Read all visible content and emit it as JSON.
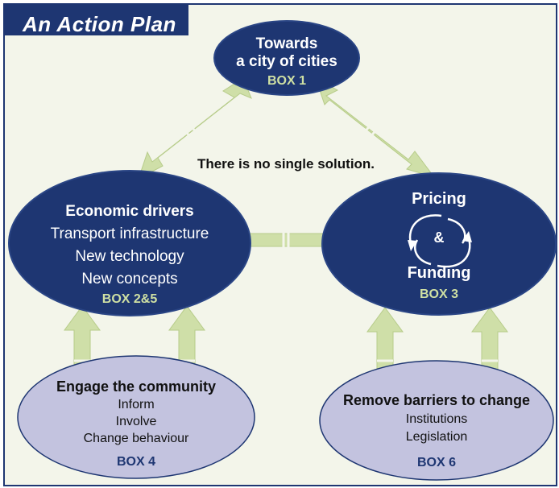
{
  "title": "An Action Plan",
  "center_note": "There is no single solution.",
  "nodes": {
    "top": {
      "lines": [
        "Towards",
        "a city of cities"
      ],
      "box": "BOX 1"
    },
    "left": {
      "heading": "Economic drivers",
      "items": [
        "Transport infrastructure",
        "New technology",
        "New concepts"
      ],
      "box": "BOX 2&5"
    },
    "right": {
      "top": "Pricing",
      "middle": "&",
      "bottom": "Funding",
      "box": "BOX 3"
    },
    "bottom_left": {
      "heading": "Engage the community",
      "items": [
        "Inform",
        "Involve",
        "Change behaviour"
      ],
      "box": "BOX 4"
    },
    "bottom_right": {
      "heading": "Remove barriers to change",
      "items": [
        "Institutions",
        "Legislation"
      ],
      "box": "BOX 6"
    }
  },
  "colors": {
    "dark_ellipse": "#1e3672",
    "light_ellipse": "#c3c3df",
    "arrow": "#cfdfa8",
    "background": "#f3f5ea",
    "box_label_dark": "#cfe0a3",
    "box_label_light": "#1e3672"
  }
}
